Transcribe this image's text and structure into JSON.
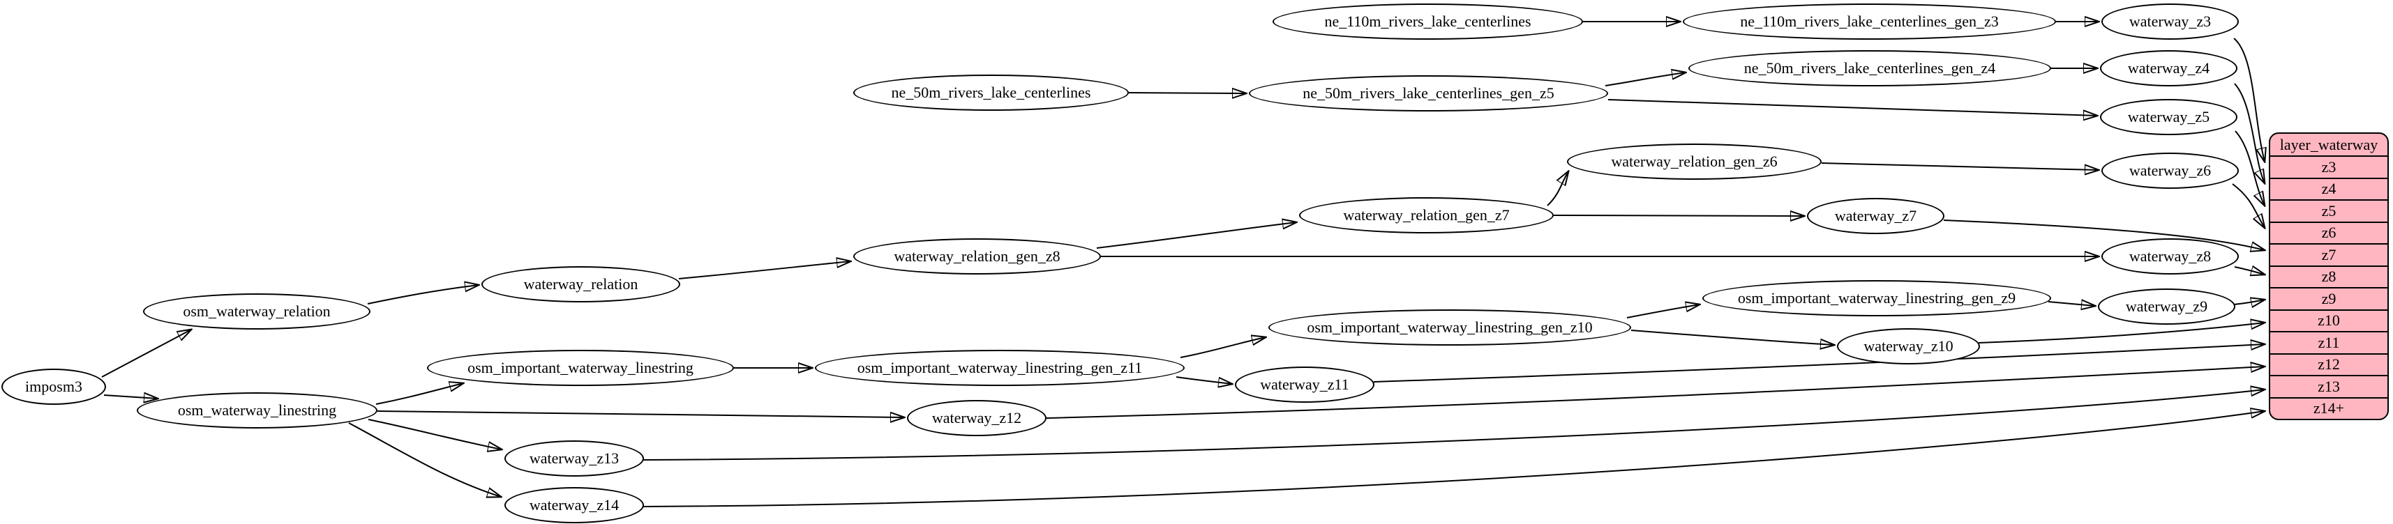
{
  "colors": {
    "table_fill": "#ffb6c1",
    "node_fill": "#ffffff",
    "stroke": "#000000"
  },
  "nodes": {
    "imposm3": "imposm3",
    "osm_waterway_relation": "osm_waterway_relation",
    "osm_waterway_linestring": "osm_waterway_linestring",
    "waterway_relation": "waterway_relation",
    "waterway_relation_gen_z8": "waterway_relation_gen_z8",
    "waterway_relation_gen_z7": "waterway_relation_gen_z7",
    "waterway_relation_gen_z6": "waterway_relation_gen_z6",
    "osm_important_waterway_linestring": "osm_important_waterway_linestring",
    "osm_important_waterway_linestring_gen_z11": "osm_important_waterway_linestring_gen_z11",
    "osm_important_waterway_linestring_gen_z10": "osm_important_waterway_linestring_gen_z10",
    "osm_important_waterway_linestring_gen_z9": "osm_important_waterway_linestring_gen_z9",
    "ne_110m_rivers_lake_centerlines": "ne_110m_rivers_lake_centerlines",
    "ne_110m_rivers_lake_centerlines_gen_z3": "ne_110m_rivers_lake_centerlines_gen_z3",
    "ne_50m_rivers_lake_centerlines": "ne_50m_rivers_lake_centerlines",
    "ne_50m_rivers_lake_centerlines_gen_z5": "ne_50m_rivers_lake_centerlines_gen_z5",
    "ne_50m_rivers_lake_centerlines_gen_z4": "ne_50m_rivers_lake_centerlines_gen_z4",
    "waterway_z3": "waterway_z3",
    "waterway_z4": "waterway_z4",
    "waterway_z5": "waterway_z5",
    "waterway_z6": "waterway_z6",
    "waterway_z7": "waterway_z7",
    "waterway_z8": "waterway_z8",
    "waterway_z9": "waterway_z9",
    "waterway_z10": "waterway_z10",
    "waterway_z11": "waterway_z11",
    "waterway_z12": "waterway_z12",
    "waterway_z13": "waterway_z13",
    "waterway_z14": "waterway_z14"
  },
  "table": {
    "title": "layer_waterway",
    "rows": [
      "z3",
      "z4",
      "z5",
      "z6",
      "z7",
      "z8",
      "z9",
      "z10",
      "z11",
      "z12",
      "z13",
      "z14+"
    ]
  },
  "edges": [
    [
      "imposm3",
      "osm_waterway_relation"
    ],
    [
      "imposm3",
      "osm_waterway_linestring"
    ],
    [
      "osm_waterway_relation",
      "waterway_relation"
    ],
    [
      "waterway_relation",
      "waterway_relation_gen_z8"
    ],
    [
      "waterway_relation_gen_z8",
      "waterway_relation_gen_z7"
    ],
    [
      "waterway_relation_gen_z8",
      "waterway_z8"
    ],
    [
      "waterway_relation_gen_z7",
      "waterway_relation_gen_z6"
    ],
    [
      "waterway_relation_gen_z7",
      "waterway_z7"
    ],
    [
      "waterway_relation_gen_z6",
      "waterway_z6"
    ],
    [
      "osm_waterway_linestring",
      "osm_important_waterway_linestring"
    ],
    [
      "osm_waterway_linestring",
      "waterway_z12"
    ],
    [
      "osm_waterway_linestring",
      "waterway_z13"
    ],
    [
      "osm_waterway_linestring",
      "waterway_z14"
    ],
    [
      "osm_important_waterway_linestring",
      "osm_important_waterway_linestring_gen_z11"
    ],
    [
      "osm_important_waterway_linestring_gen_z11",
      "osm_important_waterway_linestring_gen_z10"
    ],
    [
      "osm_important_waterway_linestring_gen_z11",
      "waterway_z11"
    ],
    [
      "osm_important_waterway_linestring_gen_z10",
      "osm_important_waterway_linestring_gen_z9"
    ],
    [
      "osm_important_waterway_linestring_gen_z10",
      "waterway_z10"
    ],
    [
      "osm_important_waterway_linestring_gen_z9",
      "waterway_z9"
    ],
    [
      "ne_110m_rivers_lake_centerlines",
      "ne_110m_rivers_lake_centerlines_gen_z3"
    ],
    [
      "ne_110m_rivers_lake_centerlines_gen_z3",
      "waterway_z3"
    ],
    [
      "ne_50m_rivers_lake_centerlines",
      "ne_50m_rivers_lake_centerlines_gen_z5"
    ],
    [
      "ne_50m_rivers_lake_centerlines_gen_z5",
      "ne_50m_rivers_lake_centerlines_gen_z4"
    ],
    [
      "ne_50m_rivers_lake_centerlines_gen_z5",
      "waterway_z5"
    ],
    [
      "ne_50m_rivers_lake_centerlines_gen_z4",
      "waterway_z4"
    ],
    [
      "waterway_z3",
      "layer_waterway.z3"
    ],
    [
      "waterway_z4",
      "layer_waterway.z4"
    ],
    [
      "waterway_z5",
      "layer_waterway.z5"
    ],
    [
      "waterway_z6",
      "layer_waterway.z6"
    ],
    [
      "waterway_z7",
      "layer_waterway.z7"
    ],
    [
      "waterway_z8",
      "layer_waterway.z8"
    ],
    [
      "waterway_z9",
      "layer_waterway.z9"
    ],
    [
      "waterway_z10",
      "layer_waterway.z10"
    ],
    [
      "waterway_z11",
      "layer_waterway.z11"
    ],
    [
      "waterway_z12",
      "layer_waterway.z12"
    ],
    [
      "waterway_z13",
      "layer_waterway.z13"
    ],
    [
      "waterway_z14",
      "layer_waterway.z14+"
    ]
  ]
}
